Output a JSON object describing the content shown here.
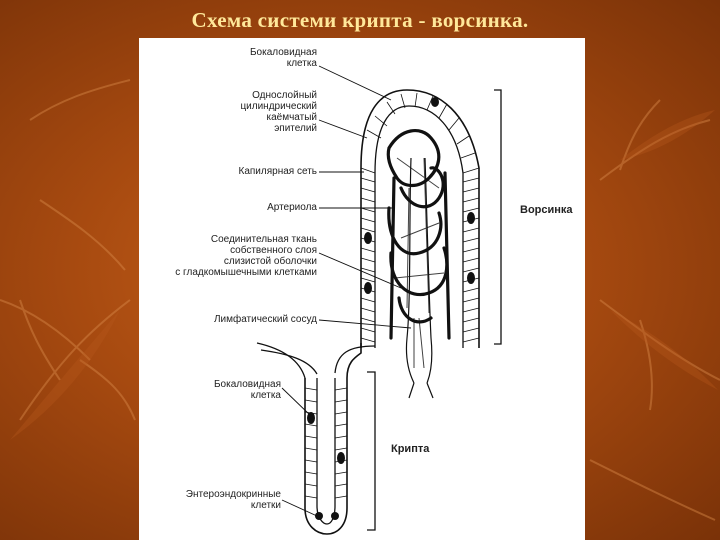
{
  "slide": {
    "title": "Схема системи крипта - ворсинка."
  },
  "diagram": {
    "labels": {
      "goblet_cell_top": [
        "Бокаловидная",
        "клетка"
      ],
      "epithelium": [
        "Однослойный",
        "цилиндрический",
        "каёмчатый",
        "эпителий"
      ],
      "capillary": [
        "Капилярная сеть"
      ],
      "arteriole": [
        "Артериола"
      ],
      "connective": [
        "Соединительная ткань",
        "собственного слоя",
        "слизистой оболочки",
        "с гладкомышечными клетками"
      ],
      "lymphatic": [
        "Лимфатический сосуд"
      ],
      "goblet_cell_bottom": [
        "Бокаловидная",
        "клетка"
      ],
      "enteroendocrine": [
        "Энтероэндокринные",
        "клетки"
      ]
    },
    "brackets": {
      "villus": "Ворсинка",
      "crypt": "Крипта"
    }
  },
  "colors": {
    "background": "#a74a10",
    "title": "#ffe89a",
    "figure_bg": "#ffffff",
    "ink": "#111111"
  }
}
